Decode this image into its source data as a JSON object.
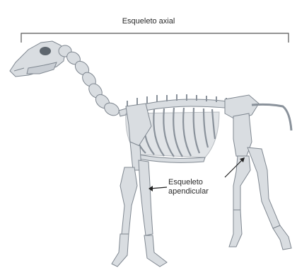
{
  "labels": {
    "axial": "Esqueleto axial",
    "appendicular_line1": "Esqueleto",
    "appendicular_line2": "apendicular"
  }
}
